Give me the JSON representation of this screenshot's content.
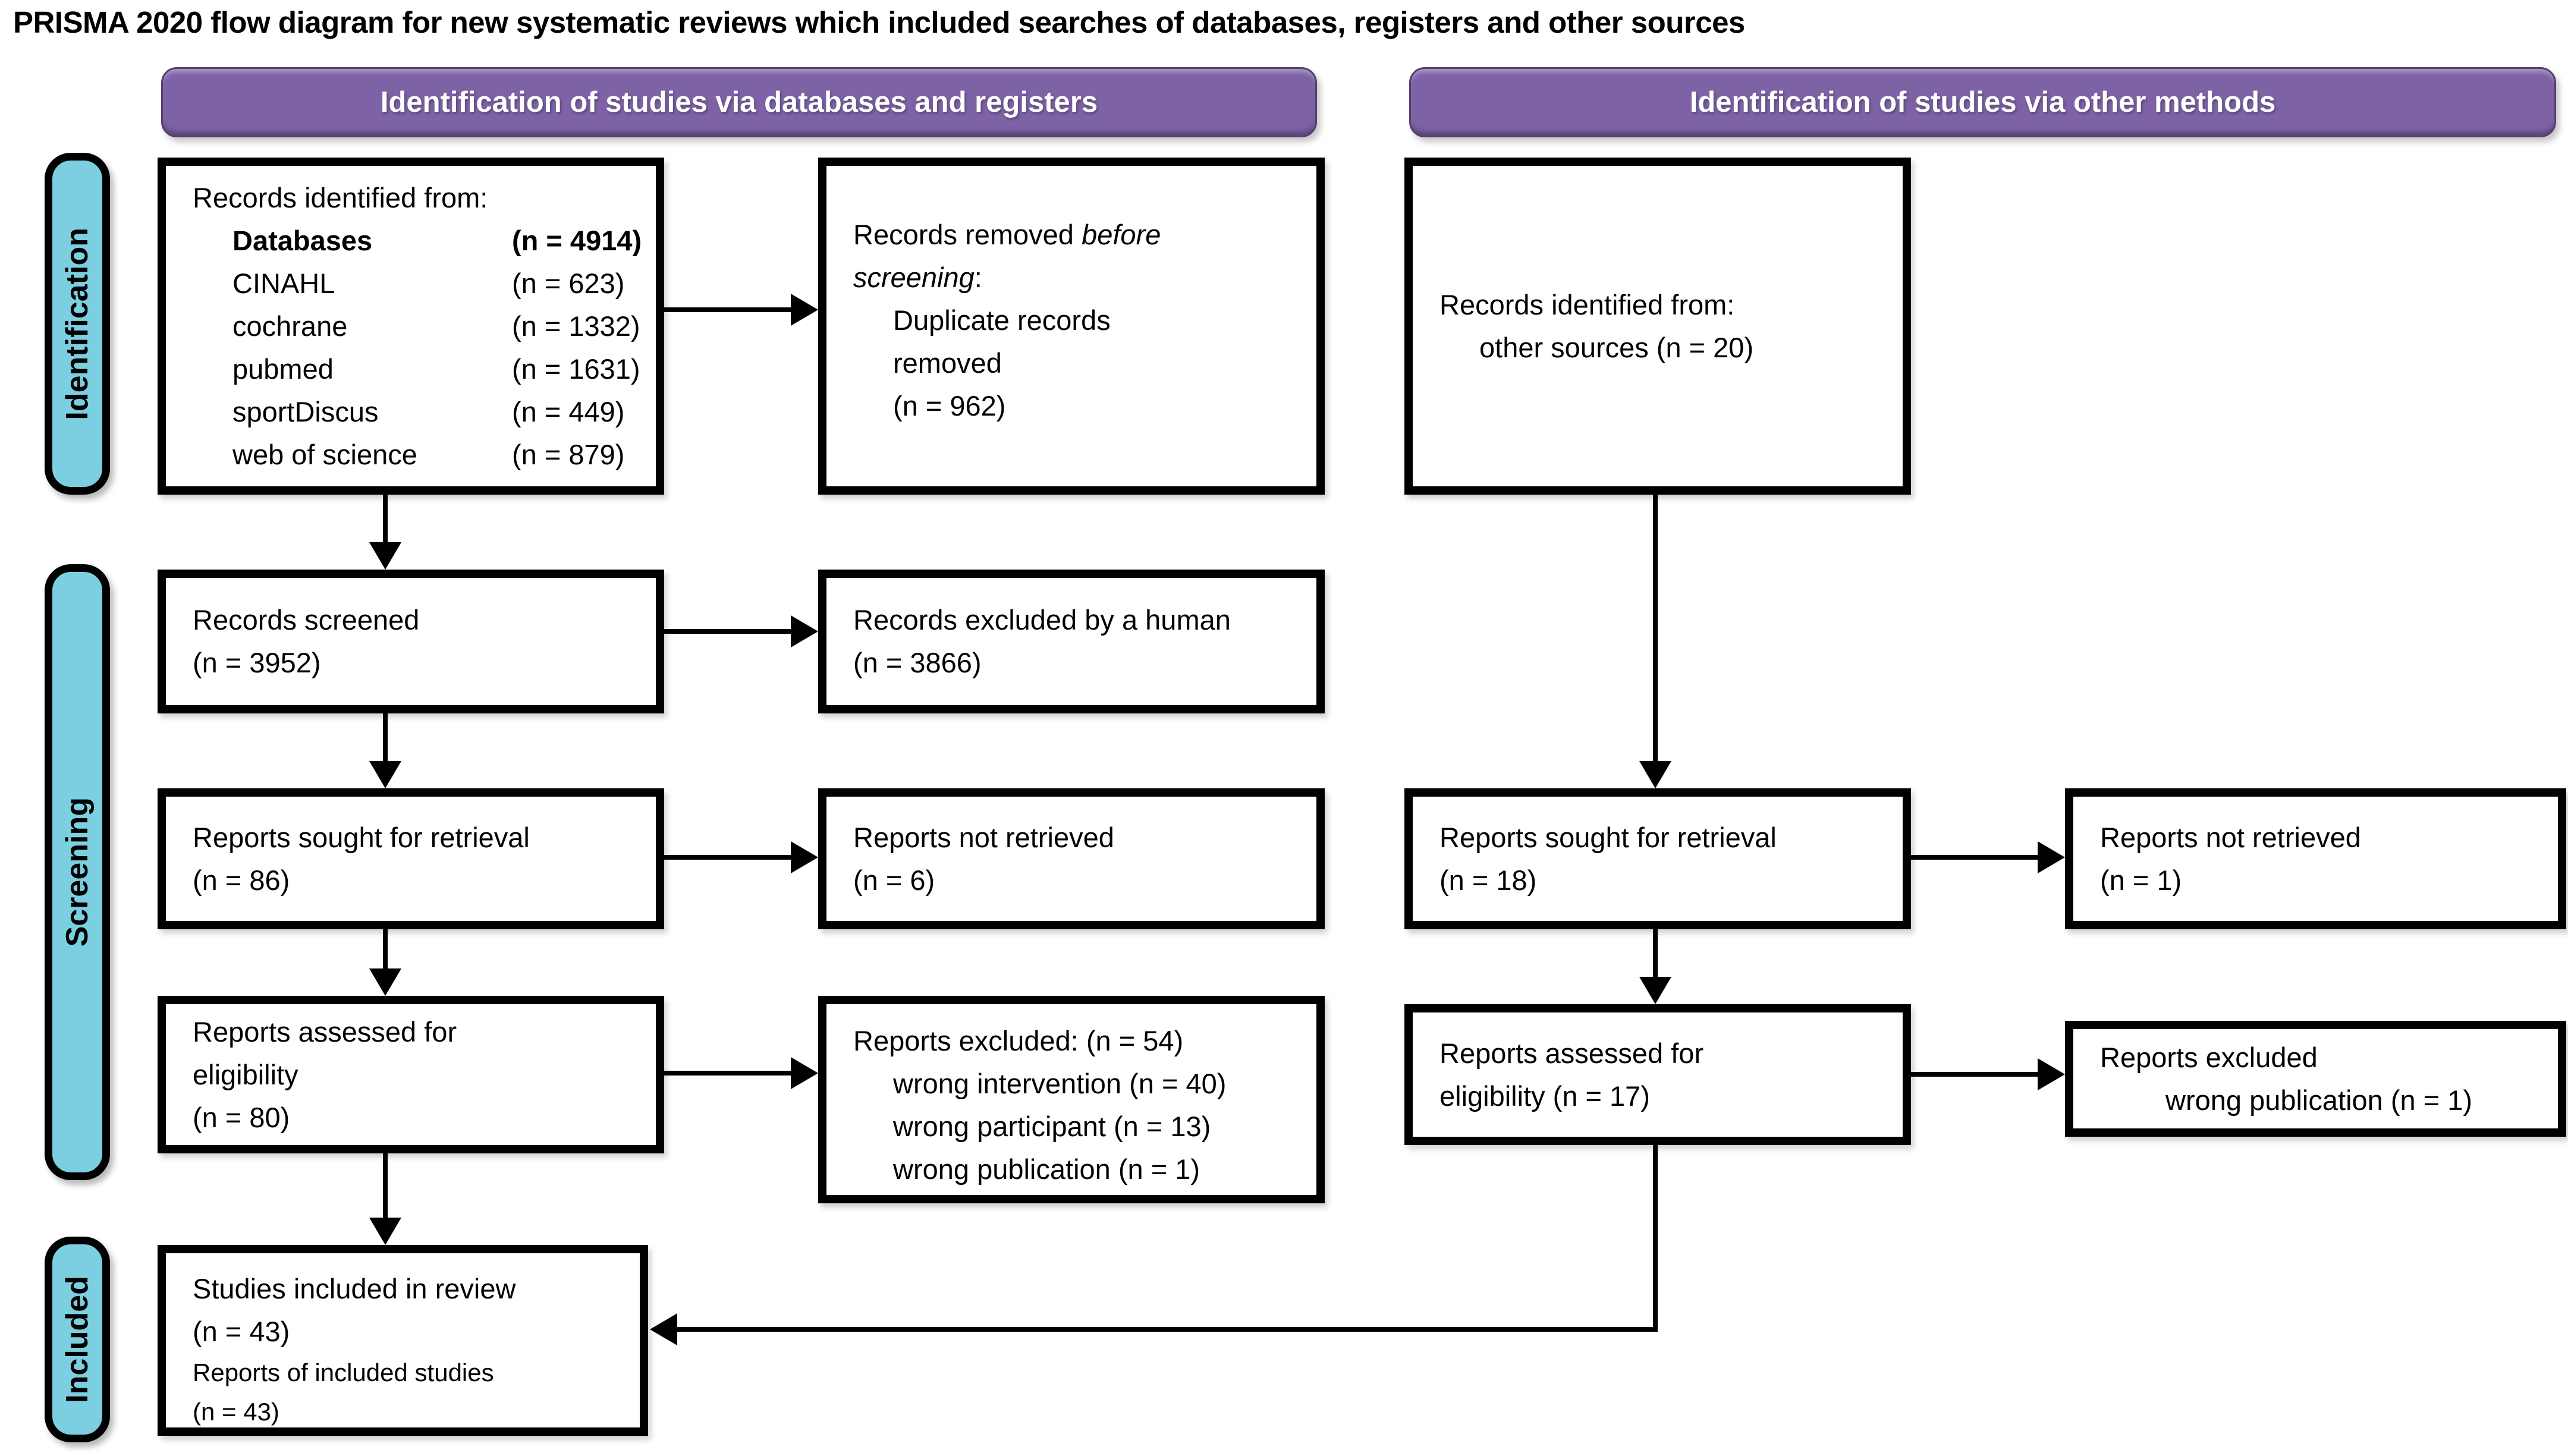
{
  "title": "PRISMA 2020 flow diagram for new systematic reviews which included searches of databases, registers and other sources",
  "colors": {
    "purple": "#7d63a6",
    "cyan": "#7ccfe0"
  },
  "headers": {
    "left": "Identification of studies via databases and registers",
    "right": "Identification of studies via other methods"
  },
  "sidebars": {
    "identification": "Identification",
    "screening": "Screening",
    "included": "Included"
  },
  "boxes": {
    "records_identified": {
      "intro": "Records identified from:",
      "rows": [
        {
          "label": "Databases",
          "value": "(n = 4914)"
        },
        {
          "label": "CINAHL",
          "value": "(n = 623)"
        },
        {
          "label": "cochrane",
          "value": "(n = 1332)"
        },
        {
          "label": "pubmed",
          "value": "(n = 1631)"
        },
        {
          "label": "sportDiscus",
          "value": "(n = 449)"
        },
        {
          "label": "web of science",
          "value": "(n = 879)"
        }
      ]
    },
    "records_removed": {
      "l1_text": "Records removed",
      "l1_italic": "before",
      "l2_italic": "screening",
      "l2_text": ":",
      "sub": [
        "Duplicate records",
        "removed",
        "(n = 962)"
      ]
    },
    "other_sources": {
      "line1": "Records identified from:",
      "line2": "other sources (n = 20)"
    },
    "records_screened": {
      "line1": "Records screened",
      "line2": "(n = 3952)"
    },
    "records_excluded_human": {
      "line1": "Records excluded by a human",
      "line2": "(n = 3866)"
    },
    "reports_sought_db": {
      "line1": "Reports sought for retrieval",
      "line2": "(n = 86)"
    },
    "reports_not_retrieved_db": {
      "line1": "Reports not retrieved",
      "line2": "(n = 6)"
    },
    "reports_sought_other": {
      "line1": "Reports sought for retrieval",
      "line2": "(n = 18)"
    },
    "reports_not_retrieved_other": {
      "line1": "Reports not retrieved",
      "line2": "(n = 1)"
    },
    "reports_assessed_db": {
      "line1": "Reports assessed for",
      "line2": "eligibility",
      "line3": "(n = 80)"
    },
    "reports_excluded_db": {
      "header": "Reports excluded: (n = 54)",
      "items": [
        "wrong intervention (n = 40)",
        "wrong participant (n = 13)",
        "wrong publication (n = 1)"
      ]
    },
    "reports_assessed_other": {
      "line1": "Reports assessed for",
      "line2": "eligibility (n = 17)"
    },
    "reports_excluded_other": {
      "line1": "Reports excluded",
      "line2": "wrong publication (n = 1)"
    },
    "studies_included": {
      "line1": "Studies included in review",
      "line2": "(n = 43)",
      "line3": "Reports of included studies",
      "line4": "(n = 43)"
    }
  }
}
